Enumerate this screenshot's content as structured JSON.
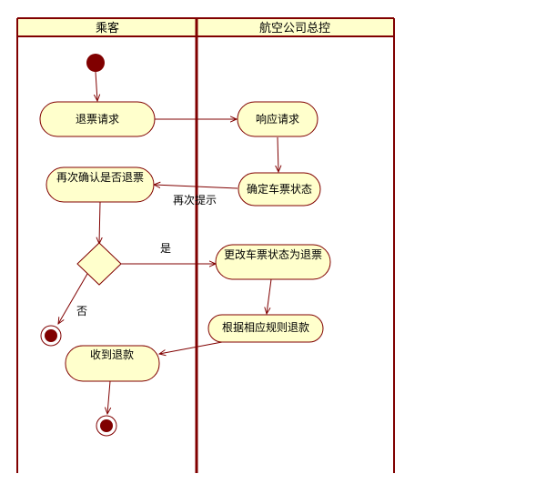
{
  "lanes": {
    "passenger": "乘客",
    "airline": "航空公司总控"
  },
  "nodes": {
    "refund_request": "退票请求",
    "response_request": "响应请求",
    "confirm_status": "确定车票状态",
    "reconfirm": "再次确认是否退票",
    "change_status": "更改车票状态为退票",
    "refund_by_rules": "根据相应规则退款",
    "receive_refund": "收到退款"
  },
  "edges": {
    "reprompt": "再次提示",
    "yes": "是",
    "no": "否"
  },
  "colors": {
    "line": "#800000",
    "lane_header": "#ffffcc",
    "activity_fill": "#ffffcc",
    "initial_node": "#800000",
    "text": "#000000"
  }
}
